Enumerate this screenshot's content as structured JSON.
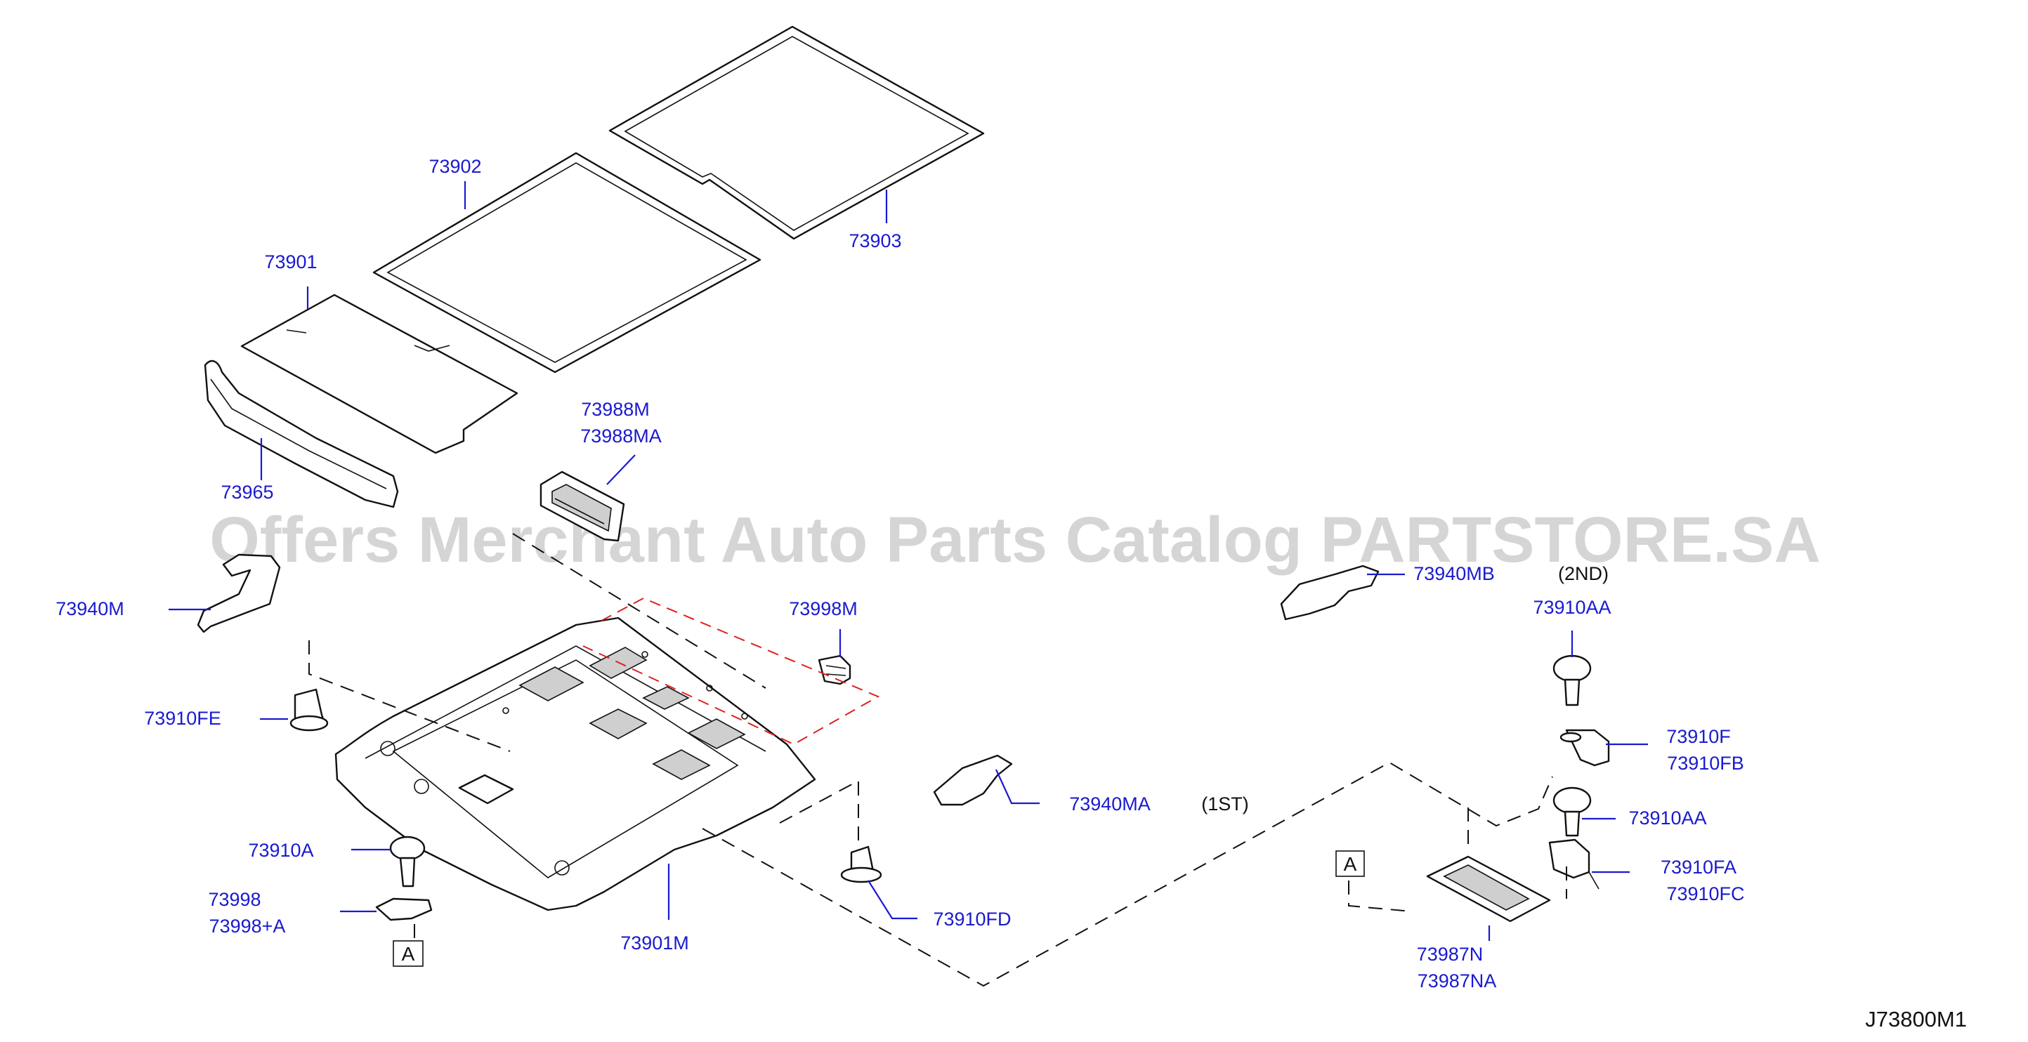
{
  "diagram_code": "J73800M1",
  "watermark": "Offers Merchant Auto Parts Catalog PARTSTORE.SA",
  "ref_marker": "A",
  "colors": {
    "label": "#1a1ad0",
    "lines": "#111111",
    "red_guide": "#e02020",
    "watermark": "#c8c8c8"
  },
  "labels": {
    "p73902": "73902",
    "p73903": "73903",
    "p73901": "73901",
    "p73965": "73965",
    "p73988m": "73988M",
    "p73988ma": "73988MA",
    "p73940mb": "73940MB",
    "p2nd": "(2ND)",
    "p73910aa_top": "73910AA",
    "p73940m": "73940M",
    "p73998m": "73998M",
    "p73910fe": "73910FE",
    "p73910f": "73910F",
    "p73910fb": "73910FB",
    "p73940ma": "73940MA",
    "p1st": "(1ST)",
    "p73910aa_mid": "73910AA",
    "p73910a": "73910A",
    "p73910fa": "73910FA",
    "p73910fc": "73910FC",
    "p73998": "73998",
    "p73998a": "73998+A",
    "p73901m": "73901M",
    "p73910fd": "73910FD",
    "p73987n": "73987N",
    "p73987na": "73987NA"
  }
}
